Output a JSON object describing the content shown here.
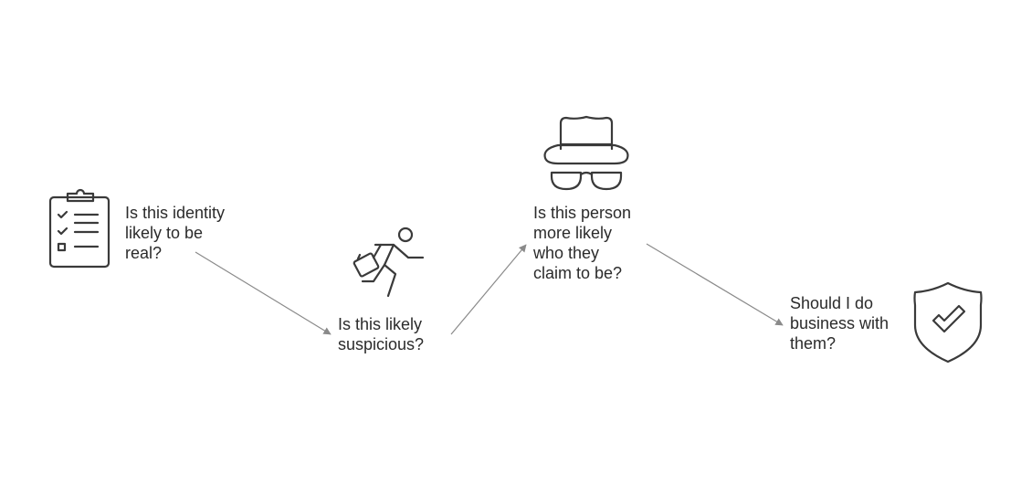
{
  "flow": {
    "steps": [
      {
        "icon": "clipboard-checklist-icon",
        "lines": [
          "Is this identity",
          "likely to be",
          "real?"
        ]
      },
      {
        "icon": "running-person-with-briefcase-icon",
        "lines": [
          "Is this likely",
          "suspicious?"
        ]
      },
      {
        "icon": "incognito-hat-glasses-icon",
        "lines": [
          "Is this person",
          "more likely",
          "who they",
          "claim to be?"
        ]
      },
      {
        "icon": "shield-checkmark-icon",
        "lines": [
          "Should I do",
          "business with",
          "them?"
        ]
      }
    ]
  },
  "colors": {
    "stroke": "#3a3a3a",
    "arrow": "#8a8a8a",
    "text": "#2b2b2b"
  }
}
